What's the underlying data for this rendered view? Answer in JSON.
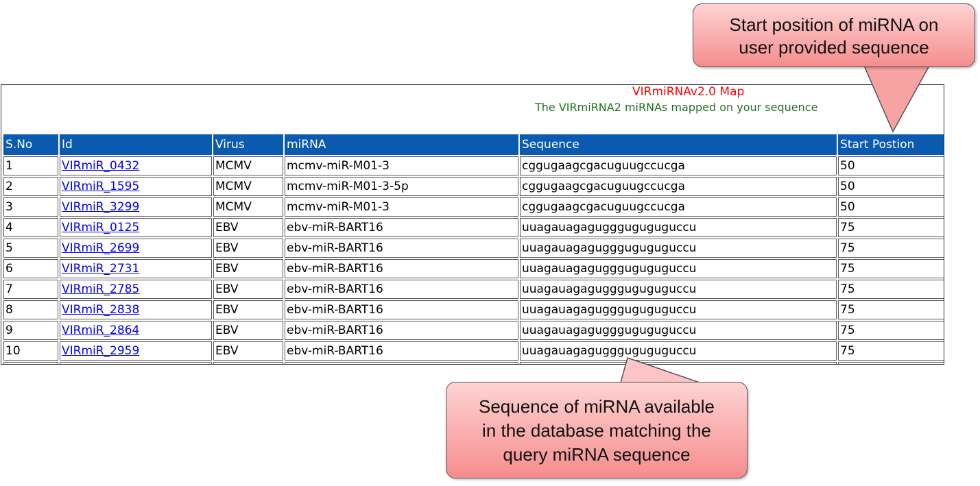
{
  "header": {
    "title": "VIRmiRNAv2.0 Map",
    "subtitle": "The VIRmiRNA2 miRNAs mapped on your sequence"
  },
  "table": {
    "columns": [
      "S.No",
      "Id",
      "Virus",
      "miRNA",
      "Sequence",
      "Start Postion"
    ],
    "rows": [
      [
        "1",
        "VIRmiR_0432",
        "MCMV",
        "mcmv-miR-M01-3",
        "cggugaagcgacuguugccucga",
        "50"
      ],
      [
        "2",
        "VIRmiR_1595",
        "MCMV",
        "mcmv-miR-M01-3-5p",
        "cggugaagcgacuguugccucga",
        "50"
      ],
      [
        "3",
        "VIRmiR_3299",
        "MCMV",
        "mcmv-miR-M01-3",
        "cggugaagcgacuguugccucga",
        "50"
      ],
      [
        "4",
        "VIRmiR_0125",
        "EBV",
        "ebv-miR-BART16",
        "uuagauagaguggguguguguccu",
        "75"
      ],
      [
        "5",
        "VIRmiR_2699",
        "EBV",
        "ebv-miR-BART16",
        "uuagauagaguggguguguguccu",
        "75"
      ],
      [
        "6",
        "VIRmiR_2731",
        "EBV",
        "ebv-miR-BART16",
        "uuagauagaguggguguguguccu",
        "75"
      ],
      [
        "7",
        "VIRmiR_2785",
        "EBV",
        "ebv-miR-BART16",
        "uuagauagaguggguguguguccu",
        "75"
      ],
      [
        "8",
        "VIRmiR_2838",
        "EBV",
        "ebv-miR-BART16",
        "uuagauagaguggguguguguccu",
        "75"
      ],
      [
        "9",
        "VIRmiR_2864",
        "EBV",
        "ebv-miR-BART16",
        "uuagauagaguggguguguguccu",
        "75"
      ],
      [
        "10",
        "VIRmiR_2959",
        "EBV",
        "ebv-miR-BART16",
        "uuagauagaguggguguguguccu",
        "75"
      ]
    ]
  },
  "callouts": {
    "start_position": "Start position of miRNA on\nuser provided sequence",
    "sequence": "Sequence of miRNA available\nin the database matching the\nquery miRNA sequence"
  },
  "colors": {
    "header_bg": "#0a5bb0",
    "title": "#ff0000",
    "subtitle": "#207020",
    "link": "#0000ee"
  }
}
